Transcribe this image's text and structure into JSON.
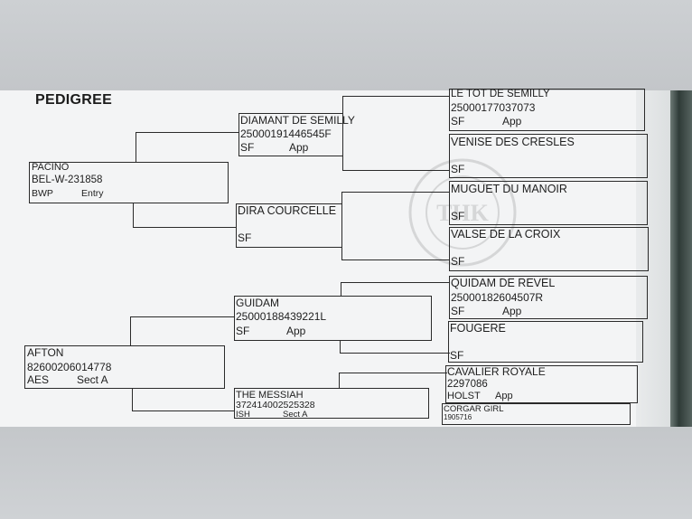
{
  "title": "PEDIGREE",
  "gen1": {
    "sire": {
      "name": "PACINO",
      "id": "BEL-W-231858",
      "stud": "BWP",
      "section": "Entry"
    },
    "dam": {
      "name": "AFTON",
      "id": "82600206014778",
      "stud": "AES",
      "section": "Sect A"
    }
  },
  "gen2": [
    {
      "name": "DIAMANT DE SEMILLY",
      "id": "25000191446545F",
      "stud": "SF",
      "section": "App"
    },
    {
      "name": "DIRA COURCELLE",
      "stud": "SF"
    },
    {
      "name": "GUIDAM",
      "id": "25000188439221L",
      "stud": "SF",
      "section": "App"
    },
    {
      "name": "THE MESSIAH",
      "id": "372414002525328",
      "stud": "ISH",
      "section": "Sect A"
    }
  ],
  "gen3": [
    {
      "name": "LE TOT DE SEMILLY",
      "id": "25000177037073",
      "stud": "SF",
      "section": "App"
    },
    {
      "name": "VENISE DES CRESLES",
      "stud": "SF"
    },
    {
      "name": "MUGUET DU MANOIR",
      "stud": "SF"
    },
    {
      "name": "VALSE DE LA CROIX",
      "stud": "SF"
    },
    {
      "name": "QUIDAM DE REVEL",
      "id": "25000182604507R",
      "stud": "SF",
      "section": "App"
    },
    {
      "name": "FOUGERE",
      "stud": "SF"
    },
    {
      "name": "CAVALIER ROYALE",
      "id": "2297086",
      "stud": "HOLST",
      "section": "App"
    },
    {
      "name": "CORGAR GIRL",
      "id": "1905716"
    }
  ]
}
